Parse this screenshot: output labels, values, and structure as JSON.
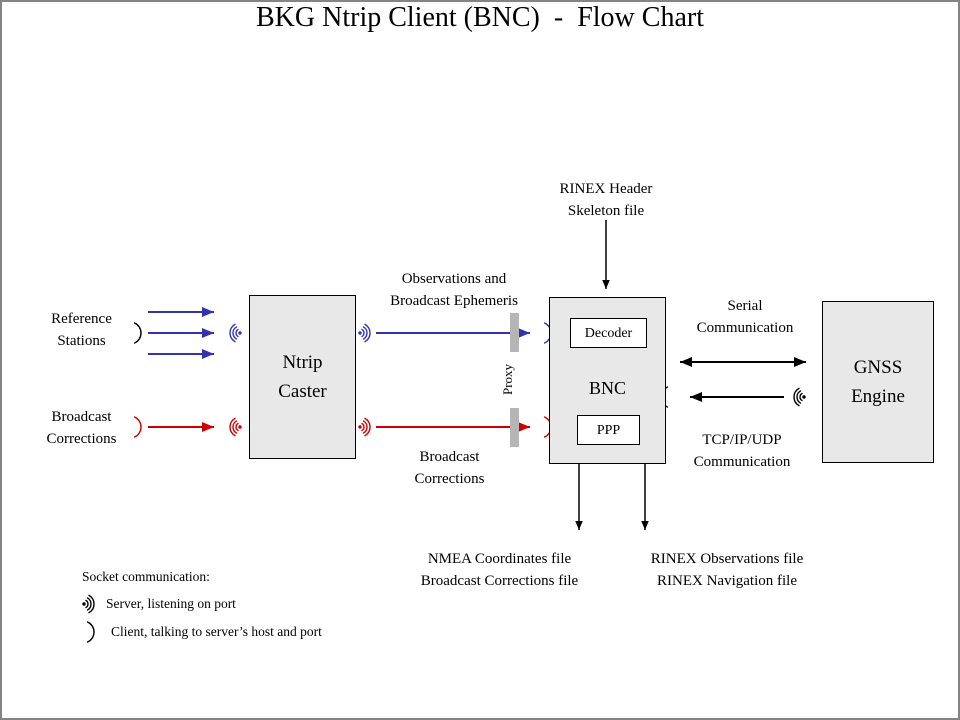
{
  "title": "BKG Ntrip Client (BNC)  -  Flow Chart",
  "colors": {
    "blue": "#3333b2",
    "red": "#cc0000",
    "box_fill": "#e8e8e8",
    "proxy_bar": "#b5b5b5"
  },
  "boxes": {
    "ntrip_caster": {
      "line1": "Ntrip",
      "line2": "Caster"
    },
    "bnc": {
      "label": "BNC",
      "decoder": "Decoder",
      "ppp": "PPP"
    },
    "gnss": {
      "line1": "GNSS",
      "line2": "Engine"
    }
  },
  "labels": {
    "reference_stations": {
      "line1": "Reference",
      "line2": "Stations"
    },
    "broadcast_corrections_left": {
      "line1": "Broadcast",
      "line2": "Corrections"
    },
    "observations": {
      "line1": "Observations and",
      "line2": "Broadcast Ephemeris"
    },
    "broadcast_corrections_mid": {
      "line1": "Broadcast",
      "line2": "Corrections"
    },
    "rinex_header": {
      "line1": "RINEX Header",
      "line2": "Skeleton file"
    },
    "serial_comm": {
      "line1": "Serial",
      "line2": "Communication"
    },
    "tcpip_comm": {
      "line1": "TCP/IP/UDP",
      "line2": "Communication"
    },
    "nmea_files": {
      "line1": "NMEA Coordinates file",
      "line2": "Broadcast Corrections file"
    },
    "rinex_files": {
      "line1": "RINEX Observations file",
      "line2": "RINEX Navigation file"
    },
    "proxy": "Proxy"
  },
  "legend": {
    "title": "Socket communication:",
    "server_item": "Server, listening on port",
    "client_item": "Client, talking to server’s host and port",
    "server_icon_glyph": "·)))",
    "client_icon_glyph": ")"
  }
}
